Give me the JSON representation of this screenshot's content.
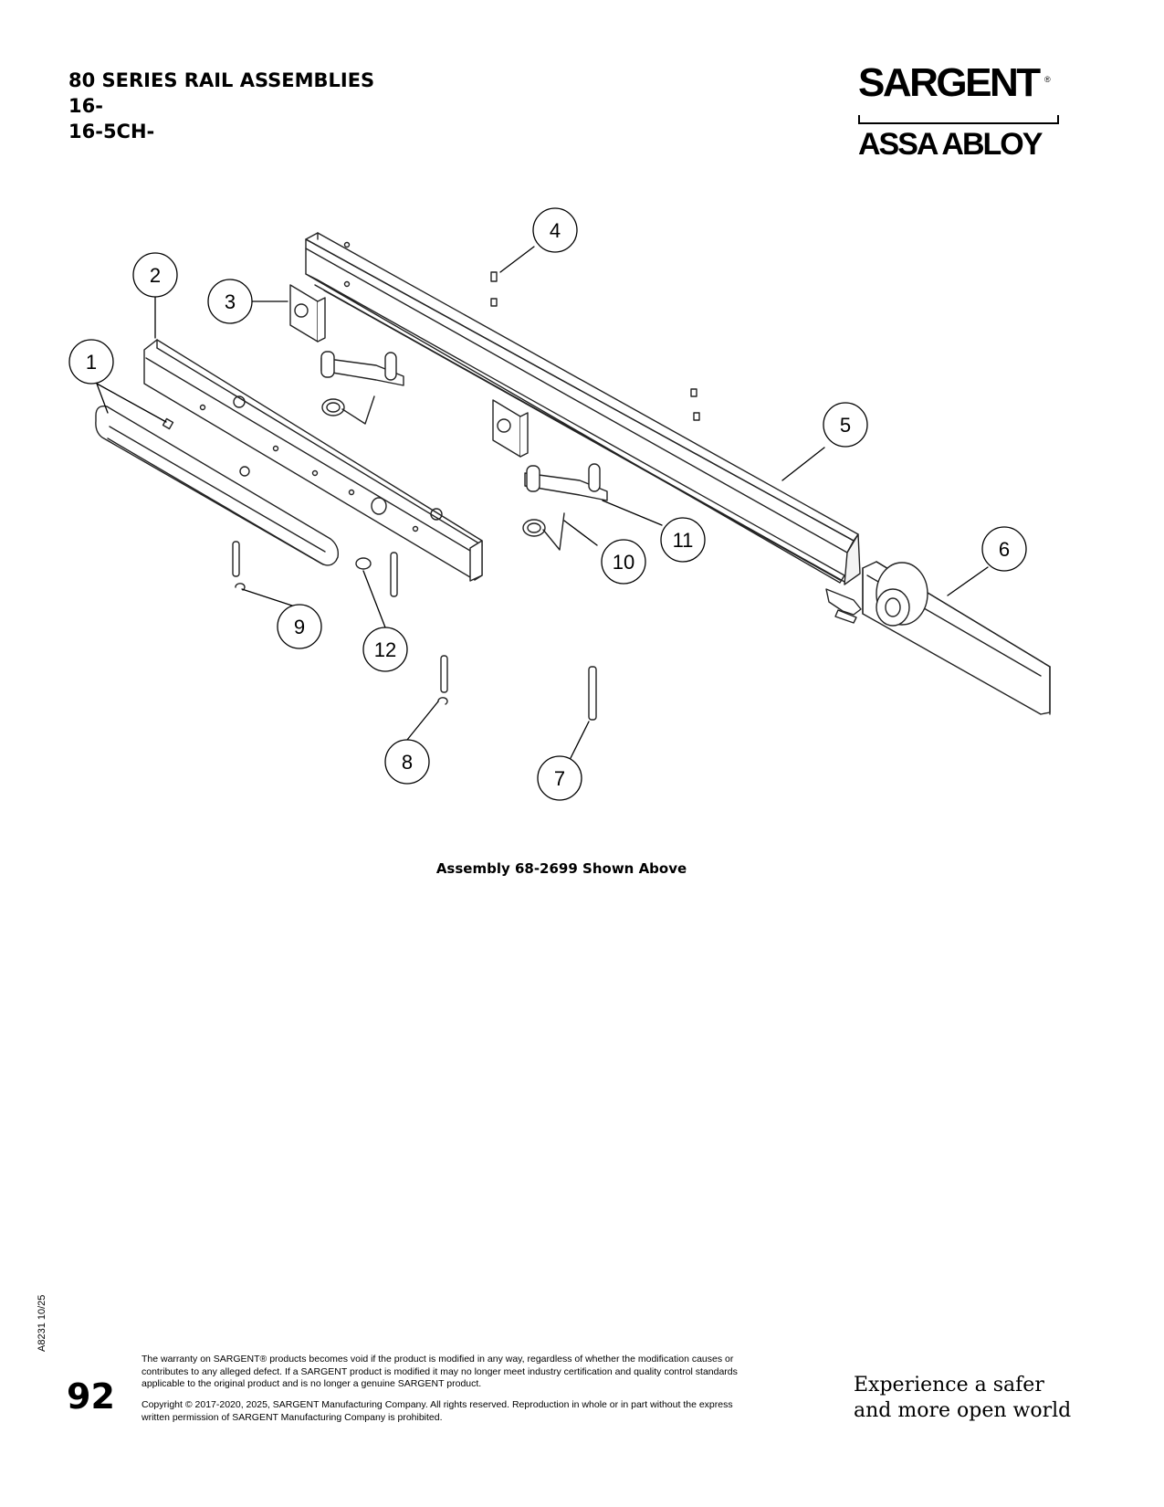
{
  "header": {
    "title_lines": [
      "80 SERIES RAIL ASSEMBLIES",
      "16-",
      "16-5CH-"
    ]
  },
  "brand": {
    "sargent": "SARGENT",
    "registered": "®",
    "assa_abloy": "ASSA ABLOY"
  },
  "callouts": [
    "1",
    "2",
    "3",
    "4",
    "5",
    "6",
    "7",
    "8",
    "9",
    "10",
    "11",
    "12"
  ],
  "caption": "Assembly 68-2699 Shown Above",
  "footer": {
    "doc_code": "A8231  10/25",
    "page_number": "92",
    "warranty": "The warranty on SARGENT® products becomes void if the product is modified in any way, regardless of whether the modification causes or contributes to any alleged defect. If a SARGENT product is modified it may no longer meet industry certification and quality control standards applicable to the original product and is no longer a genuine SARGENT product.",
    "copyright": "Copyright © 2017-2020, 2025, SARGENT Manufacturing Company. All rights reserved. Reproduction in whole or in part without the express written permission of SARGENT Manufacturing Company is prohibited.",
    "tagline_line1": "Experience a safer",
    "tagline_line2": "and more open world"
  }
}
